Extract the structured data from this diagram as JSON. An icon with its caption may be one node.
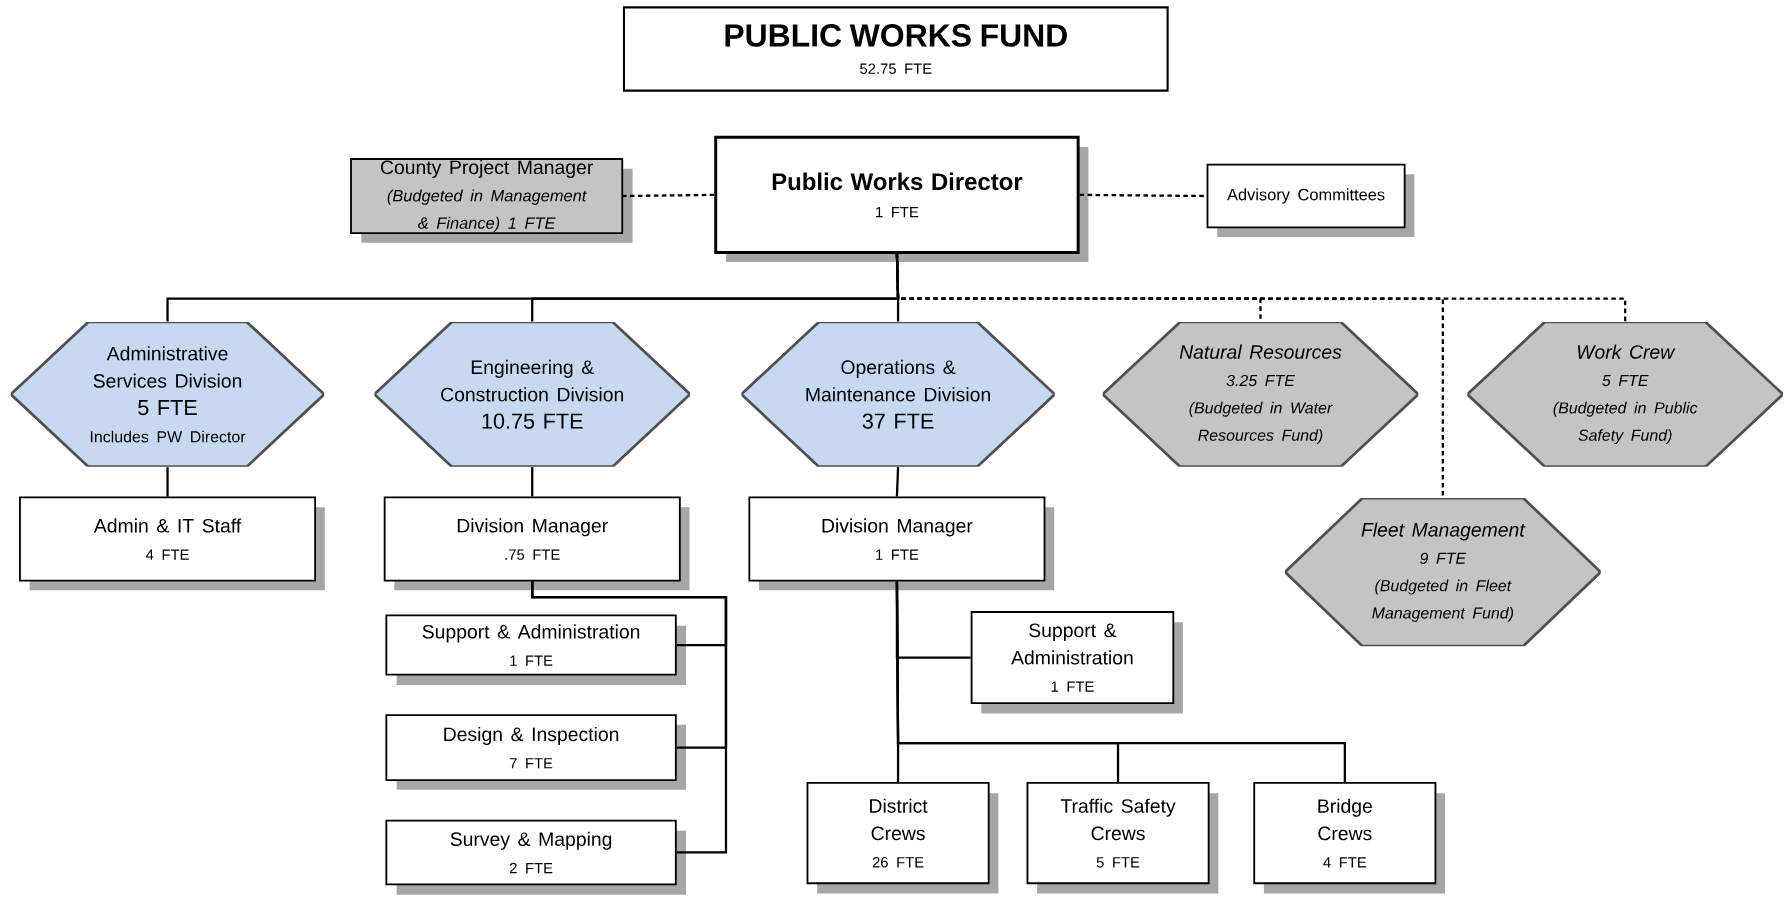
{
  "diagram": {
    "nodes": [
      {
        "text": [
          "PUBLIC WORKS FUND",
          "52.75 FTE"
        ]
      },
      {
        "text": [
          "County Project Manager",
          "(Budgeted in Management & Finance) 1 FTE"
        ]
      },
      {
        "text": [
          "Public Works Director",
          "1 FTE"
        ]
      },
      {
        "text": [
          "Advisory Committees"
        ]
      },
      {
        "text": [
          "Administrative Services Division",
          "5 FTE",
          "Includes PW Director"
        ]
      },
      {
        "text": [
          "Engineering & Construction Division",
          "10.75 FTE"
        ]
      },
      {
        "text": [
          "Operations & Maintenance Division",
          "37 FTE"
        ]
      },
      {
        "text": [
          "Natural Resources",
          "3.25 FTE",
          "(Budgeted in Water Resources Fund)"
        ]
      },
      {
        "text": [
          "Work Crew",
          "5 FTE",
          "(Budgeted in Public Safety Fund)"
        ]
      },
      {
        "text": [
          "Admin & IT Staff",
          "4 FTE"
        ]
      },
      {
        "text": [
          "Division Manager",
          ".75 FTE"
        ]
      },
      {
        "text": [
          "Division Manager",
          "1 FTE"
        ]
      },
      {
        "text": [
          "Fleet Management",
          "9 FTE",
          "(Budgeted in Fleet Management Fund)"
        ]
      },
      {
        "text": [
          "Support & Administration",
          "1 FTE"
        ]
      },
      {
        "text": [
          "Design & Inspection",
          "7 FTE"
        ]
      },
      {
        "text": [
          "Survey & Mapping",
          "2 FTE"
        ]
      },
      {
        "text": [
          "Support & Administration",
          "1 FTE"
        ]
      },
      {
        "text": [
          "District Crews",
          "26 FTE"
        ]
      },
      {
        "text": [
          "Traffic Safety Crews",
          "5 FTE"
        ]
      },
      {
        "text": [
          "Bridge Crews",
          "4 FTE"
        ]
      }
    ],
    "edges": [
      {
        "from": 2,
        "to": 1,
        "arrow": "none",
        "style": "dashed"
      },
      {
        "from": 2,
        "to": 3,
        "arrow": "none",
        "style": "dashed"
      },
      {
        "from": 2,
        "to": 4,
        "arrow": "none"
      },
      {
        "from": 2,
        "to": 5,
        "arrow": "none"
      },
      {
        "from": 2,
        "to": 6,
        "arrow": "none"
      },
      {
        "from": 2,
        "to": 7,
        "arrow": "none",
        "style": "dashed"
      },
      {
        "from": 2,
        "to": 12,
        "arrow": "none",
        "style": "dashed"
      },
      {
        "from": 2,
        "to": 8,
        "arrow": "none",
        "style": "dashed"
      },
      {
        "from": 4,
        "to": 9,
        "arrow": "none"
      },
      {
        "from": 5,
        "to": 10,
        "arrow": "none"
      },
      {
        "from": 6,
        "to": 11,
        "arrow": "none"
      },
      {
        "from": 10,
        "to": 13,
        "arrow": "none"
      },
      {
        "from": 10,
        "to": 14,
        "arrow": "none"
      },
      {
        "from": 10,
        "to": 15,
        "arrow": "none"
      },
      {
        "from": 11,
        "to": 16,
        "arrow": "none"
      },
      {
        "from": 11,
        "to": 17,
        "arrow": "none"
      },
      {
        "from": 11,
        "to": 18,
        "arrow": "none"
      },
      {
        "from": 11,
        "to": 19,
        "arrow": "none"
      }
    ]
  }
}
